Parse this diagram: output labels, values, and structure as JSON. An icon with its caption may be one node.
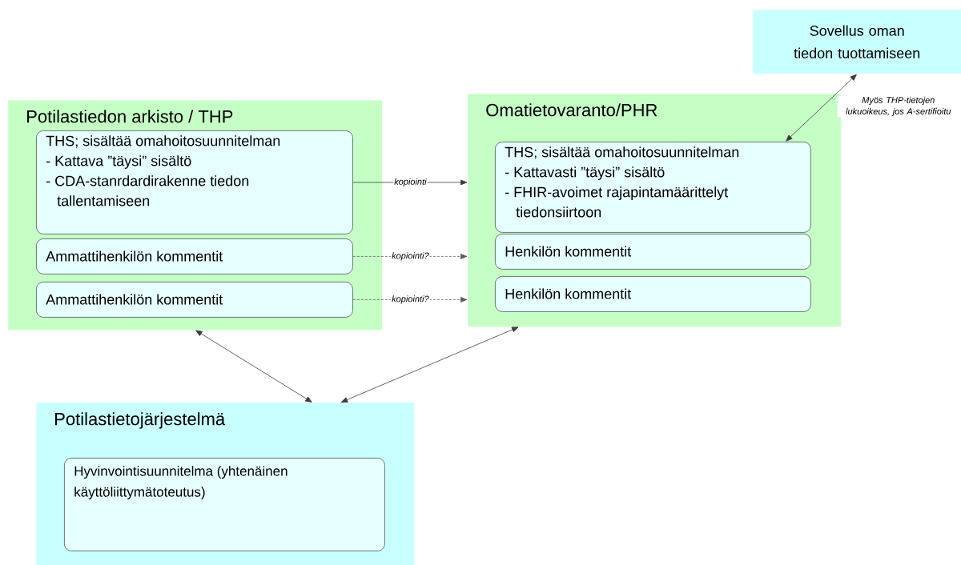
{
  "diagram": {
    "nodes": [
      {
        "text": [
          "Sovellus oman tiedon tuottamiseen"
        ]
      },
      {
        "text": [
          "Potilastiedon arkisto / THP"
        ]
      },
      {
        "text": [
          "THS; sisältää omahoitosuunnitelman",
          "- Kattava ”täysi” sisältö",
          "- CDA-stanrdardirakenne tiedon tallentamiseen"
        ],
        "in": 1
      },
      {
        "text": [
          "Ammattihenkilön kommentit"
        ],
        "in": 1
      },
      {
        "text": [
          "Ammattihenkilön kommentit"
        ],
        "in": 1
      },
      {
        "text": [
          "Omatietovaranto/PHR"
        ]
      },
      {
        "text": [
          "THS; sisältää omahoitosuunnitelman",
          "- Kattavasti ”täysi” sisältö",
          "- FHIR-avoimet rajapintamäärittelyt tiedonsiirtoon"
        ],
        "in": 5
      },
      {
        "text": [
          "Henkilön kommentit"
        ],
        "in": 5
      },
      {
        "text": [
          "Henkilön kommentit"
        ],
        "in": 5
      },
      {
        "text": [
          "Potilastietojärjestelmä"
        ]
      },
      {
        "text": [
          "Hyvinvointisuunnitelma (yhtenäinen käyttöliittymätoteutus)"
        ],
        "in": 9
      }
    ],
    "edges": [
      {
        "from": 2,
        "to": 5,
        "arrow": "to",
        "label": "kopiointi"
      },
      {
        "from": 3,
        "to": 5,
        "arrow": "to",
        "label": "kopiointi?",
        "style": "dashed"
      },
      {
        "from": 4,
        "to": 5,
        "arrow": "to",
        "label": "kopiointi?",
        "style": "dashed"
      },
      {
        "from": 6,
        "to": 0,
        "arrow": "both",
        "label": "Myös THP-tietojen lukuoikeus, jos A-sertifioitu"
      },
      {
        "from": 1,
        "to": 9,
        "arrow": "both"
      },
      {
        "from": 5,
        "to": 9,
        "arrow": "both"
      }
    ]
  }
}
